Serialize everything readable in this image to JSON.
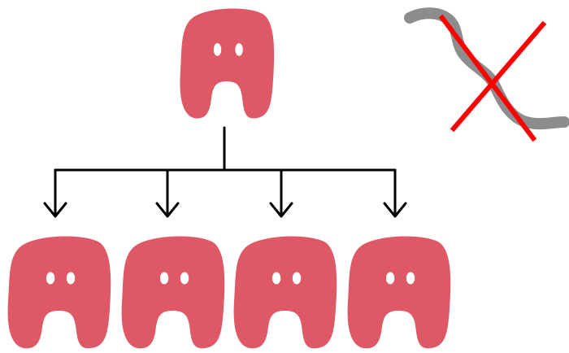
{
  "diagram": {
    "parent": {
      "icon": "creature-icon",
      "eye_count": 2
    },
    "children": [
      {
        "icon": "creature-icon",
        "eye_count": 2
      },
      {
        "icon": "creature-icon",
        "eye_count": 2
      },
      {
        "icon": "creature-icon",
        "eye_count": 2
      },
      {
        "icon": "creature-icon",
        "eye_count": 2
      }
    ],
    "connector": {
      "icon": "branching-arrows-icon",
      "branch_count": 4
    },
    "excluded": {
      "icon": "worm-icon",
      "mark": "cross-mark-icon"
    }
  },
  "colors": {
    "creature_fill": "#df5866",
    "eye": "#ffffff",
    "connector": "#000000",
    "worm": "#8d8d8d",
    "cross": "#ff0000"
  }
}
